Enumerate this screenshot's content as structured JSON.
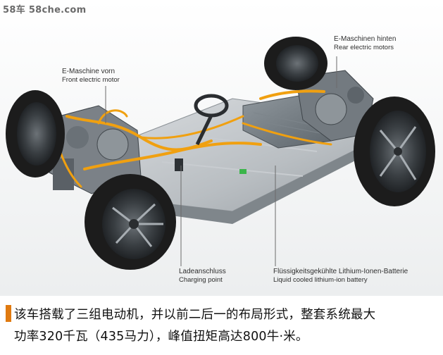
{
  "watermark": "58车 58che.com",
  "callouts": {
    "front_motor": {
      "de": "E-Maschine vorn",
      "en": "Front electric motor"
    },
    "rear_motors": {
      "de": "E-Maschinen hinten",
      "en": "Rear electric motors"
    },
    "charging": {
      "de": "Ladeanschluss",
      "en": "Charging point"
    },
    "battery": {
      "de": "Flüssigkeitsgekühlte Lithium-Ionen-Batterie",
      "en": "Liquid cooled lithium-ion battery"
    }
  },
  "caption": {
    "line1": "该车搭载了三组电动机，并以前二后一的布局形式，整套系统最大",
    "line2": "功率320千瓦（435马力），峰值扭矩高达800牛·米。",
    "accent_color": "#e07a10"
  },
  "colors": {
    "cable": "#f0a010",
    "platform": "#b7bcc0",
    "tire": "#1c1c1c"
  }
}
